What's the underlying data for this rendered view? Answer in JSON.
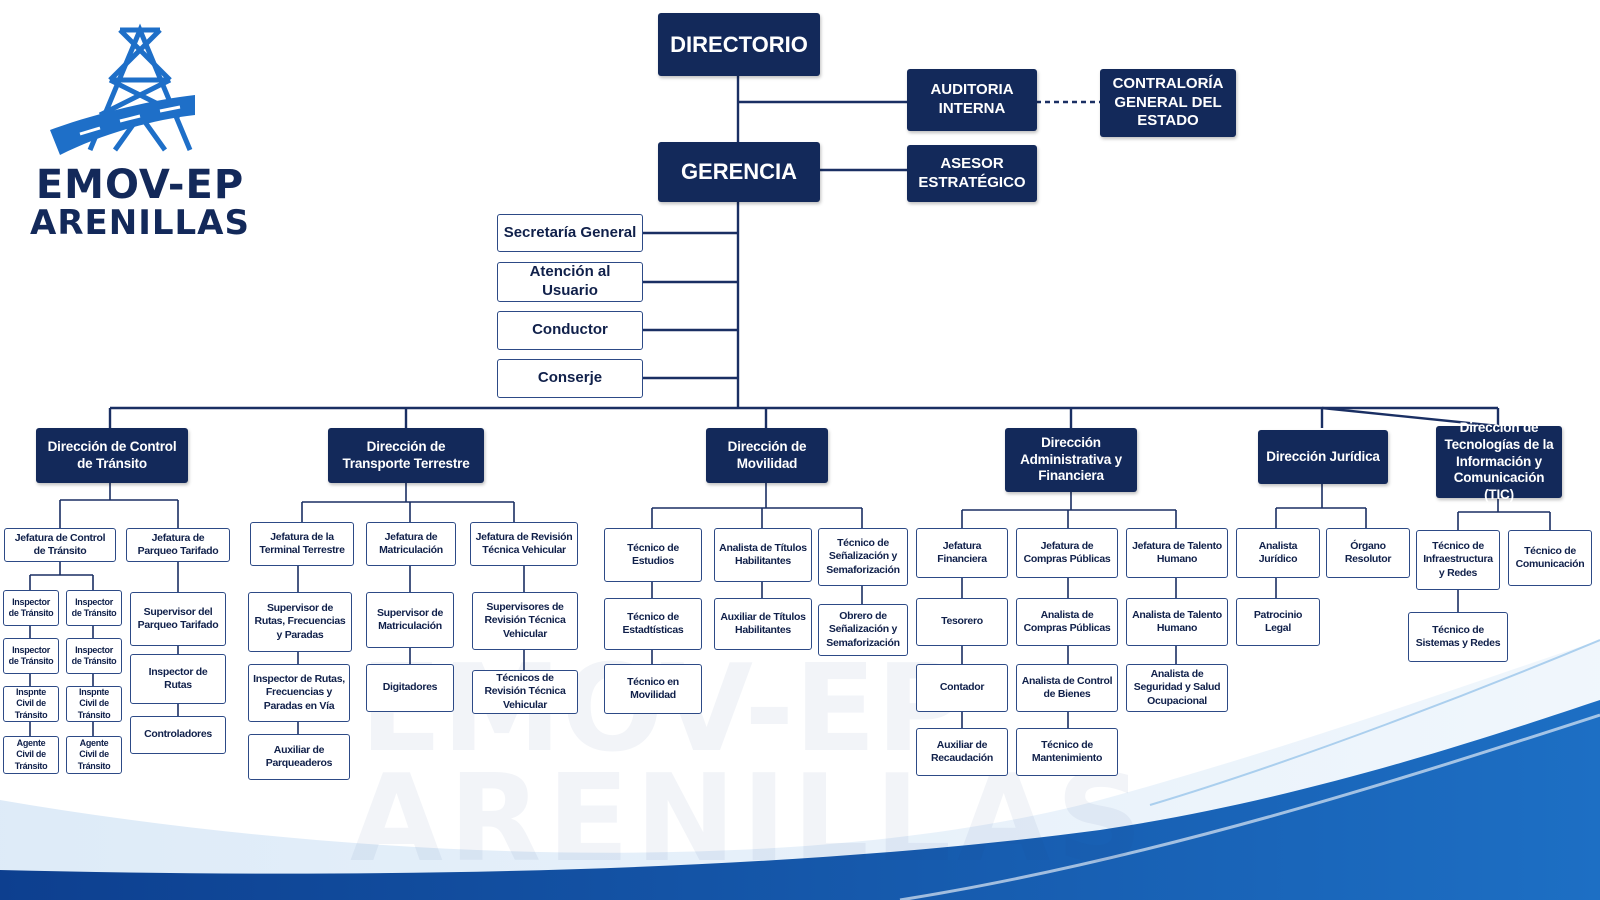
{
  "colors": {
    "navy": "#13295a",
    "accent": "#1f74c8",
    "line": "#1a2f63"
  },
  "logo": {
    "line1": "EMOV-EP",
    "line2": "ARENILLAS",
    "icon": "bridge-tower-road-logo"
  },
  "watermark": {
    "line1": "EMOV-EP",
    "line2": "ARENILLAS"
  },
  "top": {
    "directorio": "DIRECTORIO",
    "auditoria": "AUDITORIA INTERNA",
    "contraloria": "CONTRALORÍA GENERAL DEL ESTADO",
    "gerencia": "GERENCIA",
    "asesor": "ASESOR ESTRATÉGICO"
  },
  "staff": [
    "Secretaría General",
    "Atención al Usuario",
    "Conductor",
    "Conserje"
  ],
  "directions": {
    "transito": "Dirección de Control de Tránsito",
    "transporte": "Dirección de Transporte Terrestre",
    "movilidad": "Dirección de Movilidad",
    "administrativa": "Dirección Administrativa y Financiera",
    "juridica": "Dirección Jurídica",
    "tic": "Dirección de Tecnologías de la Información y Comunicación (TIC)"
  },
  "transito": {
    "jefatura_control": "Jefatura de Control de Tránsito",
    "jefatura_parqueo": "Jefatura de Parqueo Tarifado",
    "inspector": "Inspector de Tránsito",
    "inspector_civil": "Inspnte Civil de Tránsito",
    "agente_civil": "Agente Civil de Tránsito",
    "supervisor_parqueo": "Supervisor del Parqueo Tarifado",
    "inspector_rutas": "Inspector de Rutas",
    "controladores": "Controladores"
  },
  "transporte": {
    "jefatura_terminal": "Jefatura de la Terminal Terrestre",
    "jefatura_matriculacion": "Jefatura de Matriculación",
    "jefatura_revision": "Jefatura de Revisión Técnica Vehicular",
    "supervisor_rutas": "Supervisor de Rutas, Frecuencias y Paradas",
    "inspector_rutas": "Inspector de Rutas, Frecuencias y Paradas en Vía",
    "auxiliar_parqueaderos": "Auxiliar de Parqueaderos",
    "supervisor_matriculacion": "Supervisor de Matriculación",
    "digitadores": "Digitadores",
    "supervisores_revision": "Supervisores de Revisión Técnica Vehicular",
    "tecnicos_revision": "Técnicos de Revisión Técnica Vehicular"
  },
  "movilidad": {
    "tecnico_estudios": "Técnico de Estudios",
    "analista_titulos": "Analista de Títulos Habilitantes",
    "tecnico_senalizacion": "Técnico de Señalización y Semaforización",
    "tecnico_estadisticas": "Técnico de Estadtísticas",
    "auxiliar_titulos": "Auxiliar de Títulos Habilitantes",
    "obrero_senalizacion": "Obrero de Señalización y Semaforización",
    "tecnico_movilidad": "Técnico en Movilidad"
  },
  "administrativa": {
    "jefatura_financiera": "Jefatura Financiera",
    "jefatura_compras": "Jefatura de Compras Públicas",
    "jefatura_talento": "Jefatura de Talento Humano",
    "tesorero": "Tesorero",
    "contador": "Contador",
    "auxiliar_recaudacion": "Auxiliar de Recaudación",
    "analista_compras": "Analista de Compras Públicas",
    "analista_bienes": "Analista de Control de Bienes",
    "tecnico_mantenimiento": "Técnico de Mantenimiento",
    "analista_talento": "Analista de Talento Humano",
    "analista_seguridad": "Analista de Seguridad y Salud Ocupacional"
  },
  "juridica": {
    "analista": "Analista Jurídico",
    "organo": "Órgano Resolutor",
    "patrocinio": "Patrocinio Legal"
  },
  "tic": {
    "tecnico_infra": "Técnico de Infraestructura y Redes",
    "tecnico_com": "Técnico de Comunicación",
    "tecnico_sistemas": "Técnico de Sistemas y Redes"
  }
}
